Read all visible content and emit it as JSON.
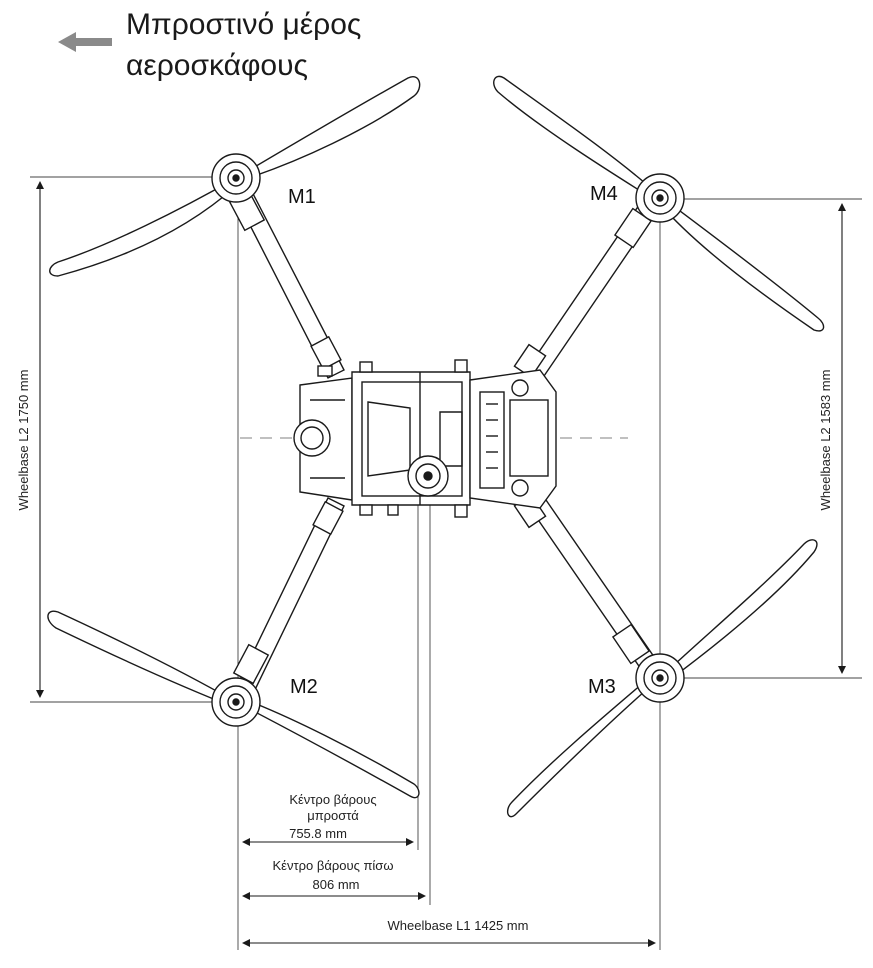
{
  "header": {
    "front_line1": "Μπροστινό μέρος",
    "front_line2": "αεροσκάφους",
    "arrow_icon": "left-arrow-icon"
  },
  "motors": {
    "m1": "M1",
    "m2": "M2",
    "m3": "M3",
    "m4": "M4"
  },
  "dimensions": {
    "cg_front_line1": "Κέντρο βάρους",
    "cg_front_line2": "μπροστά",
    "cg_front_value": "755.8 mm",
    "cg_rear_label": "Κέντρο βάρους πίσω",
    "cg_rear_value": "806 mm",
    "wheelbase_bottom": "Wheelbase L1 1425 mm",
    "wheelbase_left": "Wheelbase L2 1750 mm",
    "wheelbase_right": "Wheelbase L2 1583 mm"
  },
  "colors": {
    "line": "#1a1a1a",
    "arrow": "#8a8a8a",
    "dash": "#9a9a9a"
  }
}
